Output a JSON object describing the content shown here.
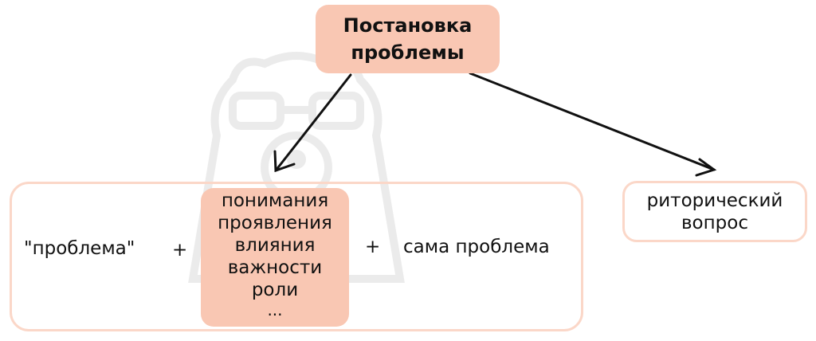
{
  "title": {
    "line1": "Постановка",
    "line2": "проблемы"
  },
  "formula": {
    "term1": "\"проблема\"",
    "plus1": "+",
    "middle_lines": [
      "понимания",
      "проявления",
      "влияния",
      "важности",
      "роли",
      "..."
    ],
    "plus2": "+",
    "term3": "сама проблема"
  },
  "alternative": {
    "line1": "риторический",
    "line2": "вопрос"
  },
  "colors": {
    "accent_fill": "#f9c7b3",
    "border": "#fbd7c8",
    "arrow": "#111111"
  },
  "icons": {
    "watermark": "bear-with-glasses-watermark-icon"
  }
}
